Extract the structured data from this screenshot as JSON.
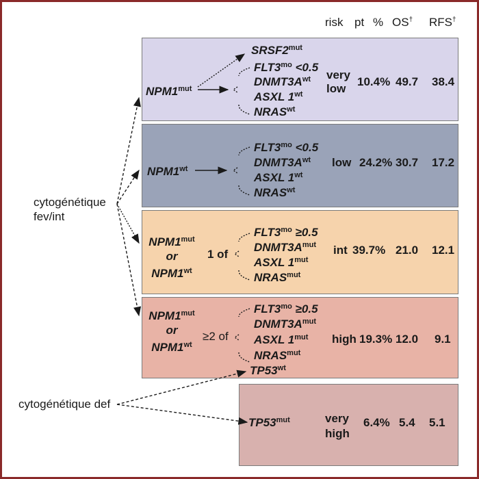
{
  "colors": {
    "border": "#8a2a2a",
    "very_low_bg": "#d9d5eb",
    "low_bg": "#9aa3b8",
    "int_bg": "#f6d3ac",
    "high_bg": "#e8b3a6",
    "very_high_bg": "#d8b1ae"
  },
  "header": {
    "risk": "risk",
    "pt": "pt",
    "pct": "%",
    "os": "OS",
    "rfs": "RFS",
    "dagger": "†"
  },
  "left_labels": {
    "fev_line1": "cytogénétique",
    "fev_line2": "fev/int",
    "def": "cytogénétique def"
  },
  "groups": [
    {
      "npm": [
        "NPM1"
      ],
      "npm_sup": [
        "mut"
      ],
      "connector": "",
      "top_gene": {
        "name": "SRSF2",
        "sup": "mut"
      },
      "genes": [
        {
          "name": "FLT3",
          "sup": "mo",
          "suffix": " <0.5"
        },
        {
          "name": "DNMT3A",
          "sup": "wt",
          "suffix": ""
        },
        {
          "name": "ASXL 1",
          "sup": "wt",
          "suffix": ""
        },
        {
          "name": "NRAS",
          "sup": "wt",
          "suffix": ""
        }
      ],
      "risk": [
        "very",
        "low"
      ],
      "pt_pct": "10.4%",
      "os": "49.7",
      "rfs": "38.4"
    },
    {
      "npm": [
        "NPM1"
      ],
      "npm_sup": [
        "wt"
      ],
      "connector": "",
      "genes": [
        {
          "name": "FLT3",
          "sup": "mo",
          "suffix": " <0.5"
        },
        {
          "name": "DNMT3A",
          "sup": "wt",
          "suffix": ""
        },
        {
          "name": "ASXL 1",
          "sup": "wt",
          "suffix": ""
        },
        {
          "name": "NRAS",
          "sup": "wt",
          "suffix": ""
        }
      ],
      "risk": [
        "low"
      ],
      "pt_pct": "24.2%",
      "os": "30.7",
      "rfs": "17.2"
    },
    {
      "npm": [
        "NPM1",
        "or",
        "NPM1"
      ],
      "npm_sup": [
        "mut",
        "",
        "wt"
      ],
      "connector": "1 of",
      "genes": [
        {
          "name": "FLT3",
          "sup": "mo",
          "suffix": " ≥0.5"
        },
        {
          "name": "DNMT3A",
          "sup": "mut",
          "suffix": ""
        },
        {
          "name": "ASXL 1",
          "sup": "mut",
          "suffix": ""
        },
        {
          "name": "NRAS",
          "sup": "mut",
          "suffix": ""
        }
      ],
      "risk": [
        "int"
      ],
      "pt_pct": "39.7%",
      "os": "21.0",
      "rfs": "12.1"
    },
    {
      "npm": [
        "NPM1",
        "or",
        "NPM1"
      ],
      "npm_sup": [
        "mut",
        "",
        "wt"
      ],
      "connector": "≥2 of",
      "genes": [
        {
          "name": "FLT3",
          "sup": "mo",
          "suffix": " ≥0.5"
        },
        {
          "name": "DNMT3A",
          "sup": "mut",
          "suffix": ""
        },
        {
          "name": "ASXL 1",
          "sup": "mut",
          "suffix": ""
        },
        {
          "name": "NRAS",
          "sup": "mut",
          "suffix": ""
        }
      ],
      "risk": [
        "high"
      ],
      "pt_pct": "19.3%",
      "os": "12.0",
      "rfs": "9.1"
    },
    {
      "npm": [],
      "npm_sup": [],
      "connector": "",
      "top_gene": {
        "name": "TP53",
        "sup": "wt"
      },
      "genes": [
        {
          "name": "TP53",
          "sup": "mut",
          "suffix": ""
        }
      ],
      "risk": [
        "very",
        "high"
      ],
      "pt_pct": "6.4%",
      "os": "5.4",
      "rfs": "5.1"
    }
  ]
}
